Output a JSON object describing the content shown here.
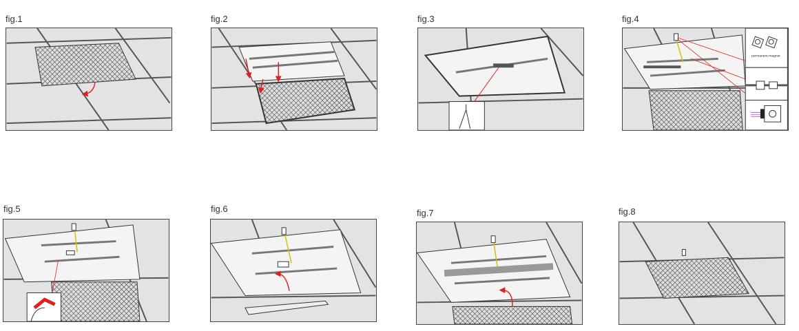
{
  "figures": [
    {
      "label": "fig.1"
    },
    {
      "label": "fig.2"
    },
    {
      "label": "fig.3"
    },
    {
      "label": "fig.4"
    },
    {
      "label": "fig.5"
    },
    {
      "label": "fig.6"
    },
    {
      "label": "fig.7"
    },
    {
      "label": "fig.8"
    }
  ],
  "fig4_inset_label": "permanent-magnet",
  "colors": {
    "arrow": "#e02020",
    "tile": "#e3e3e3",
    "grid": "#555555"
  }
}
